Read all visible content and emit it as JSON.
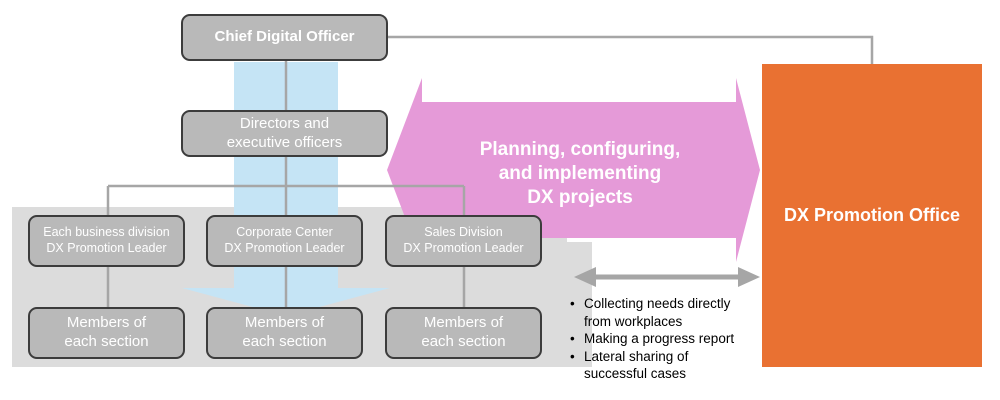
{
  "org": {
    "cdo": "Chief Digital Officer",
    "directors": "Directors and\nexecutive officers",
    "leaders": [
      "Each business division\nDX Promotion Leader",
      "Corporate Center\nDX Promotion Leader",
      "Sales Division\nDX Promotion Leader"
    ],
    "members": [
      "Members of\neach section",
      "Members of\neach section",
      "Members of\neach section"
    ]
  },
  "planning": "Planning, configuring,\nand implementing\nDX projects",
  "dx_office": "DX Promotion Office",
  "activities": [
    "Collecting needs directly\nfrom workplaces",
    "Making a progress report",
    "Lateral sharing of\nsuccessful cases"
  ],
  "colors": {
    "box_fill": "#b9b9b9",
    "box_border": "#3c3c3c",
    "panel": "#dcdcdc",
    "light_blue": "#c5e4f5",
    "pink": "#e59ad8",
    "orange": "#e97132",
    "connector": "#a6a6a6"
  }
}
